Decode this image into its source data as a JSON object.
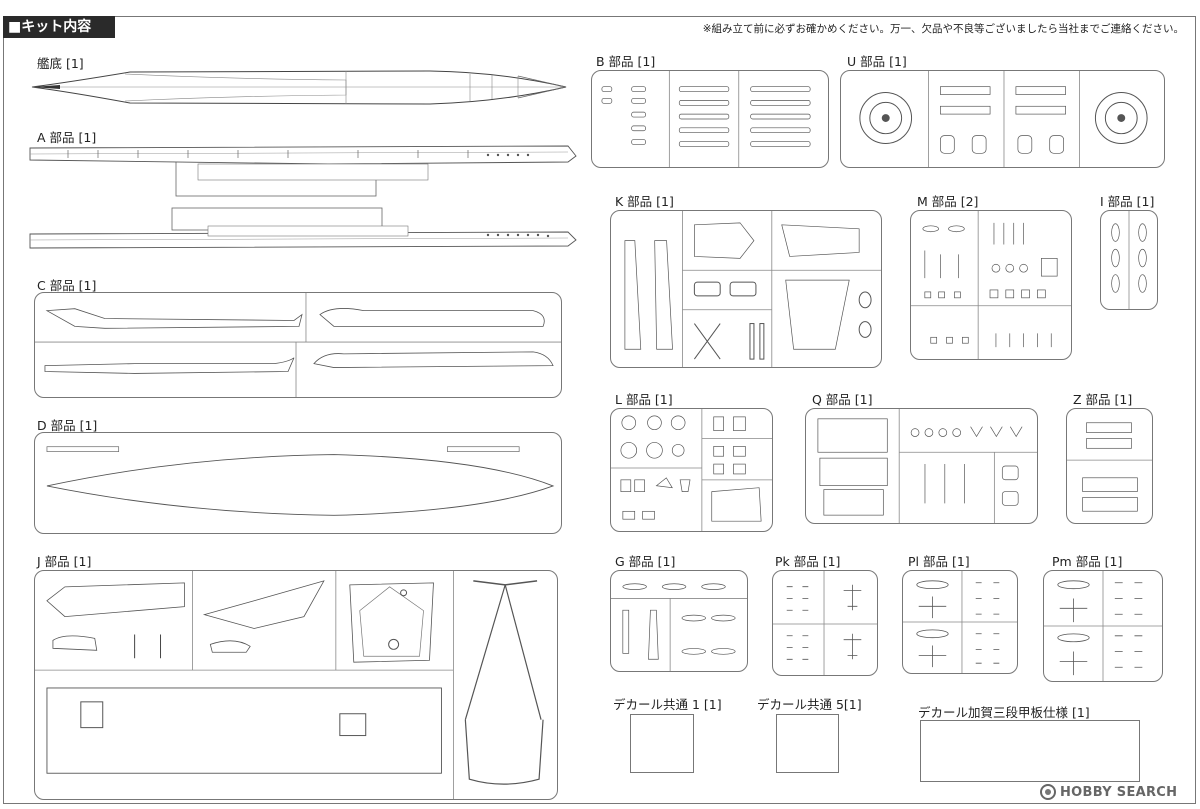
{
  "header": {
    "title": "■キット内容"
  },
  "notice": "※組み立て前に必ずお確かめください。万一、欠品や不良等ございましたら当社までご連絡ください。",
  "labels": {
    "hull": "艦底 [1]",
    "a": "A 部品 [1]",
    "c": "C 部品 [1]",
    "d": "D 部品 [1]",
    "j": "J 部品 [1]",
    "b": "B 部品 [1]",
    "u": "U 部品 [1]",
    "k": "K 部品 [1]",
    "m": "M 部品 [2]",
    "i": "I 部品 [1]",
    "l": "L 部品 [1]",
    "q": "Q 部品 [1]",
    "z": "Z 部品 [1]",
    "g": "G 部品 [1]",
    "pk": "Pk 部品 [1]",
    "pl": "Pl 部品 [1]",
    "pm": "Pm 部品 [1]",
    "decal1": "デカール共通 1 [1]",
    "decal5": "デカール共通 5[1]",
    "decal_kaga": "デカール加賀三段甲板仕様 [1]"
  },
  "logo": "HOBBY SEARCH"
}
